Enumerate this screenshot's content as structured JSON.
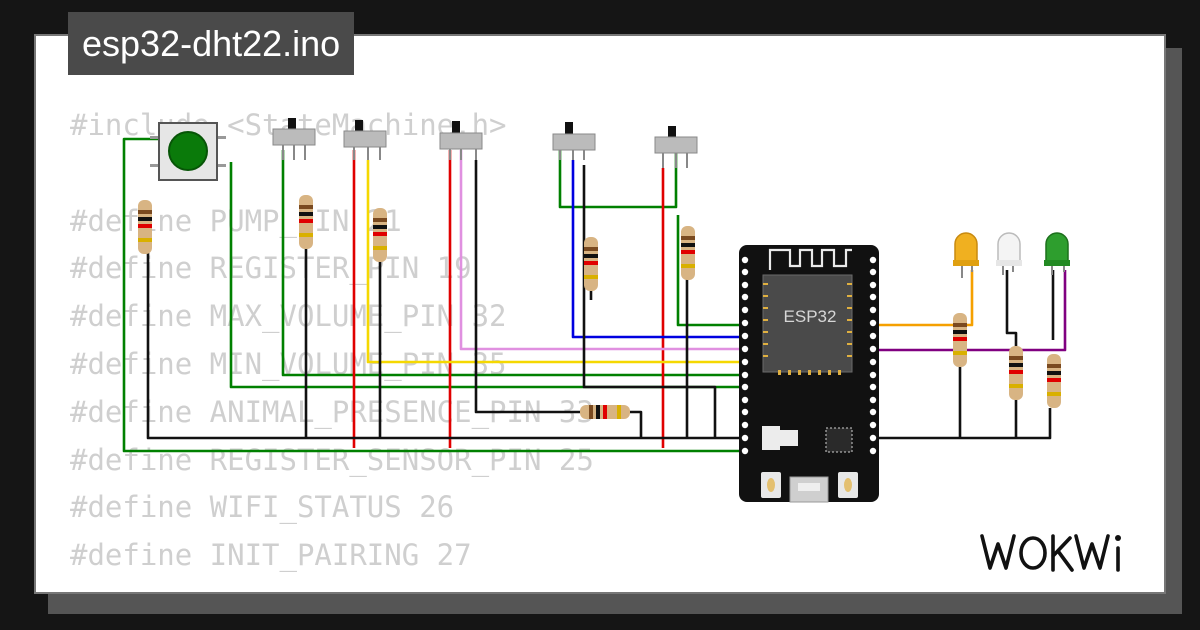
{
  "title": "esp32-dht22.ino",
  "code_lines": [
    "#include <StateMachine.h>",
    "",
    "#define PUMP_PIN 21",
    "#define REGISTER_PIN 19",
    "#define MAX_VOLUME_PIN 32",
    "#define MIN_VOLUME_PIN 35",
    "#define ANIMAL_PRESENCE_PIN 33",
    "#define REGISTER_SENSOR_PIN 25",
    "#define WIFI_STATUS 26",
    "#define INIT_PAIRING 27"
  ],
  "board": {
    "label": "ESP32"
  },
  "leds": [
    {
      "color": "#f0b020",
      "name": "yellow"
    },
    {
      "color": "#f4f4f4",
      "name": "white"
    },
    {
      "color": "#2e9e2e",
      "name": "green"
    }
  ],
  "wire_colors": {
    "green": "#008000",
    "red": "#e00000",
    "yellow": "#f5d800",
    "blue": "#0000e0",
    "black": "#111111",
    "purple": "#800080",
    "orange": "#f5a000",
    "violet": "#e090e0"
  },
  "logo_text": "WOKWi"
}
